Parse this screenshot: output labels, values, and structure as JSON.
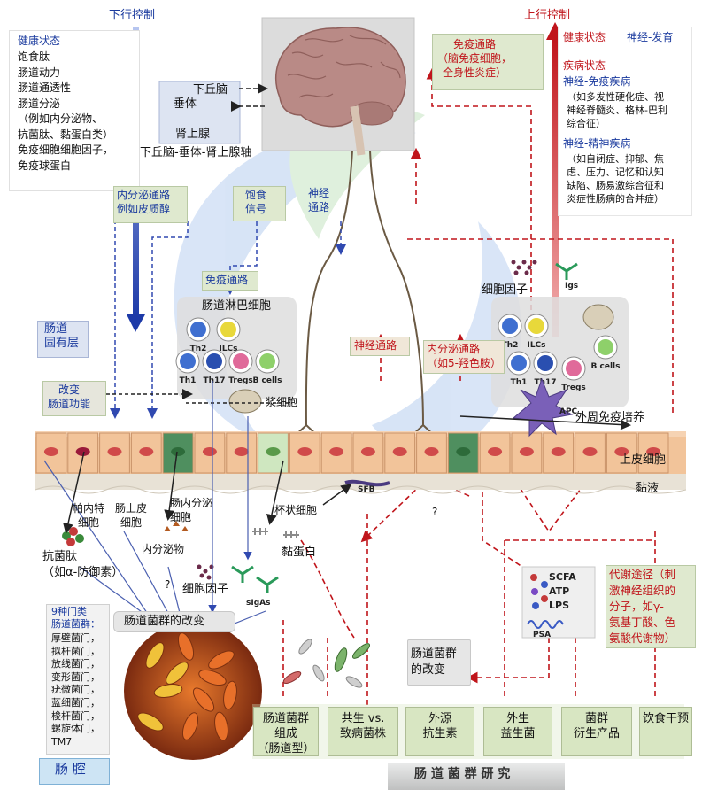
{
  "top_left": {
    "title": "下行控制",
    "health_heading": "健康状态",
    "health_items": [
      "饱食肽",
      "肠道动力",
      "肠道通透性",
      "肠道分泌",
      "（例如内分泌物、",
      "抗菌肽、黏蛋白类）",
      "免疫细胞细胞因子，",
      "免疫球蛋白"
    ],
    "hpa": "下丘脑-垂体-肾上腺轴"
  },
  "brain_labels": {
    "hypothalamus": "下丘脑",
    "pituitary": "垂体",
    "adrenal": "肾上腺"
  },
  "pathways_left": {
    "endocrine": "内分泌通路\n例如皮质醇",
    "satiety": "饱食\n信号",
    "neural": "神经\n通路",
    "immune": "免疫通路"
  },
  "top_right": {
    "title": "上行控制",
    "health": "健康状态",
    "neuro_dev": "神经-发育",
    "disease": "疾病状态",
    "neuro_immune": "神经-免疫疾病",
    "neuro_immune_detail": "（如多发性硬化症、视\n神经脊髓炎、格林-巴利\n综合征）",
    "neuro_psych": "神经-精神疾病",
    "neuro_psych_detail": "（如自闭症、抑郁、焦\n虑、压力、记忆和认知\n缺陷、肠易激综合征和\n炎症性肠病的合并症）"
  },
  "immune_pathway_box": "免疫通路\n（脑免疫细胞，\n全身性炎症）",
  "right_pathways": {
    "neural": "神经通路",
    "endocrine": "内分泌通路\n（如5-羟色胺）"
  },
  "lymph": {
    "title": "肠道淋巴细胞",
    "cells": [
      "Th2",
      "ILCs",
      "Th1",
      "Th17",
      "Tregs",
      "B cells"
    ],
    "plasma": "浆细胞"
  },
  "right_immune": {
    "cytokine": "细胞因子",
    "igs": "Igs",
    "cells": [
      "Th2",
      "ILCs",
      "Th1",
      "Th17",
      "Tregs",
      "B cells"
    ],
    "apc": "APC",
    "peripheral": "外周免疫培养"
  },
  "gut_layers": {
    "lamina": "肠道\n固有层",
    "change_func": "改变\n肠道功能",
    "epithelium": "上皮细胞",
    "mucus": "黏液"
  },
  "cell_types": {
    "paneth": "帕内特\n细胞",
    "epithelial": "肠上皮\n细胞",
    "enteroendocrine": "肠内分泌\n细胞",
    "goblet": "杯状细胞",
    "sfb": "SFB"
  },
  "secretions": {
    "amp": "抗菌肽\n（如α-防御素）",
    "endocrine": "内分泌物",
    "question": "?",
    "cytokines": "细胞因子",
    "sigas": "sIgAs",
    "mucin": "黏蛋白",
    "question2": "?"
  },
  "microbiota_change": "肠道菌群的改变",
  "phyla": {
    "heading": "9种门类\n肠道菌群：",
    "list": [
      "厚壁菌门，",
      "拟杆菌门，",
      "放线菌门，",
      "变形菌门，",
      "疣微菌门，",
      "蓝细菌门，",
      "梭杆菌门，",
      "螺旋体门，",
      "TM7"
    ]
  },
  "lumen": "肠 腔",
  "metabolites": {
    "items": [
      "SCFA",
      "ATP",
      "LPS"
    ],
    "psa": "PSA",
    "desc": "代谢途径（刺\n激神经组织的\n分子，如γ-\n氨基丁酸、色\n氨酸代谢物）"
  },
  "mid_change": "肠道菌群\n的改变",
  "bottom_boxes": [
    "肠道菌群\n组成\n（肠道型）",
    "共生 vs.\n致病菌株",
    "外源\n抗生素",
    "外生\n益生菌",
    "菌群\n衍生产品",
    "饮食干预"
  ],
  "research_title": "肠 道 菌 群 研 究",
  "colors": {
    "blue": "#1a3a9e",
    "red": "#c0151b",
    "epithelium": "#f2c49a",
    "nucleus": "#d04a4a",
    "green_cell": "#4f8f5f",
    "box_green": "#dfe9cf"
  }
}
